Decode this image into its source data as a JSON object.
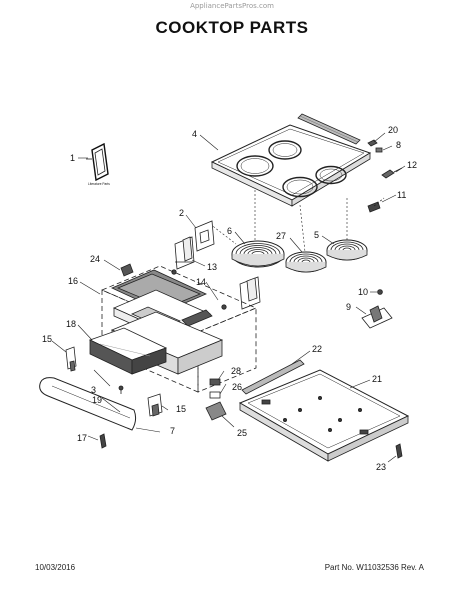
{
  "watermark": "AppliancePartsPros.com",
  "title": "COOKTOP PARTS",
  "footer": {
    "date": "10/03/2016",
    "part_number": "Part No. W11032536  Rev. A"
  },
  "literature_label": "Literature Parts",
  "callouts": [
    {
      "id": "c1",
      "label": "1"
    },
    {
      "id": "c2",
      "label": "2"
    },
    {
      "id": "c3",
      "label": "3"
    },
    {
      "id": "c4",
      "label": "4"
    },
    {
      "id": "c5",
      "label": "5"
    },
    {
      "id": "c6",
      "label": "6"
    },
    {
      "id": "c7",
      "label": "7"
    },
    {
      "id": "c8",
      "label": "8"
    },
    {
      "id": "c9",
      "label": "9"
    },
    {
      "id": "c10",
      "label": "10"
    },
    {
      "id": "c11",
      "label": "11"
    },
    {
      "id": "c12",
      "label": "12"
    },
    {
      "id": "c13",
      "label": "13"
    },
    {
      "id": "c14",
      "label": "14"
    },
    {
      "id": "c15a",
      "label": "15"
    },
    {
      "id": "c15b",
      "label": "15"
    },
    {
      "id": "c16",
      "label": "16"
    },
    {
      "id": "c17",
      "label": "17"
    },
    {
      "id": "c18",
      "label": "18"
    },
    {
      "id": "c19",
      "label": "19"
    },
    {
      "id": "c20",
      "label": "20"
    },
    {
      "id": "c21",
      "label": "21"
    },
    {
      "id": "c22",
      "label": "22"
    },
    {
      "id": "c23",
      "label": "23"
    },
    {
      "id": "c24",
      "label": "24"
    },
    {
      "id": "c25",
      "label": "25"
    },
    {
      "id": "c26",
      "label": "26"
    },
    {
      "id": "c27",
      "label": "27"
    },
    {
      "id": "c28",
      "label": "28"
    }
  ]
}
